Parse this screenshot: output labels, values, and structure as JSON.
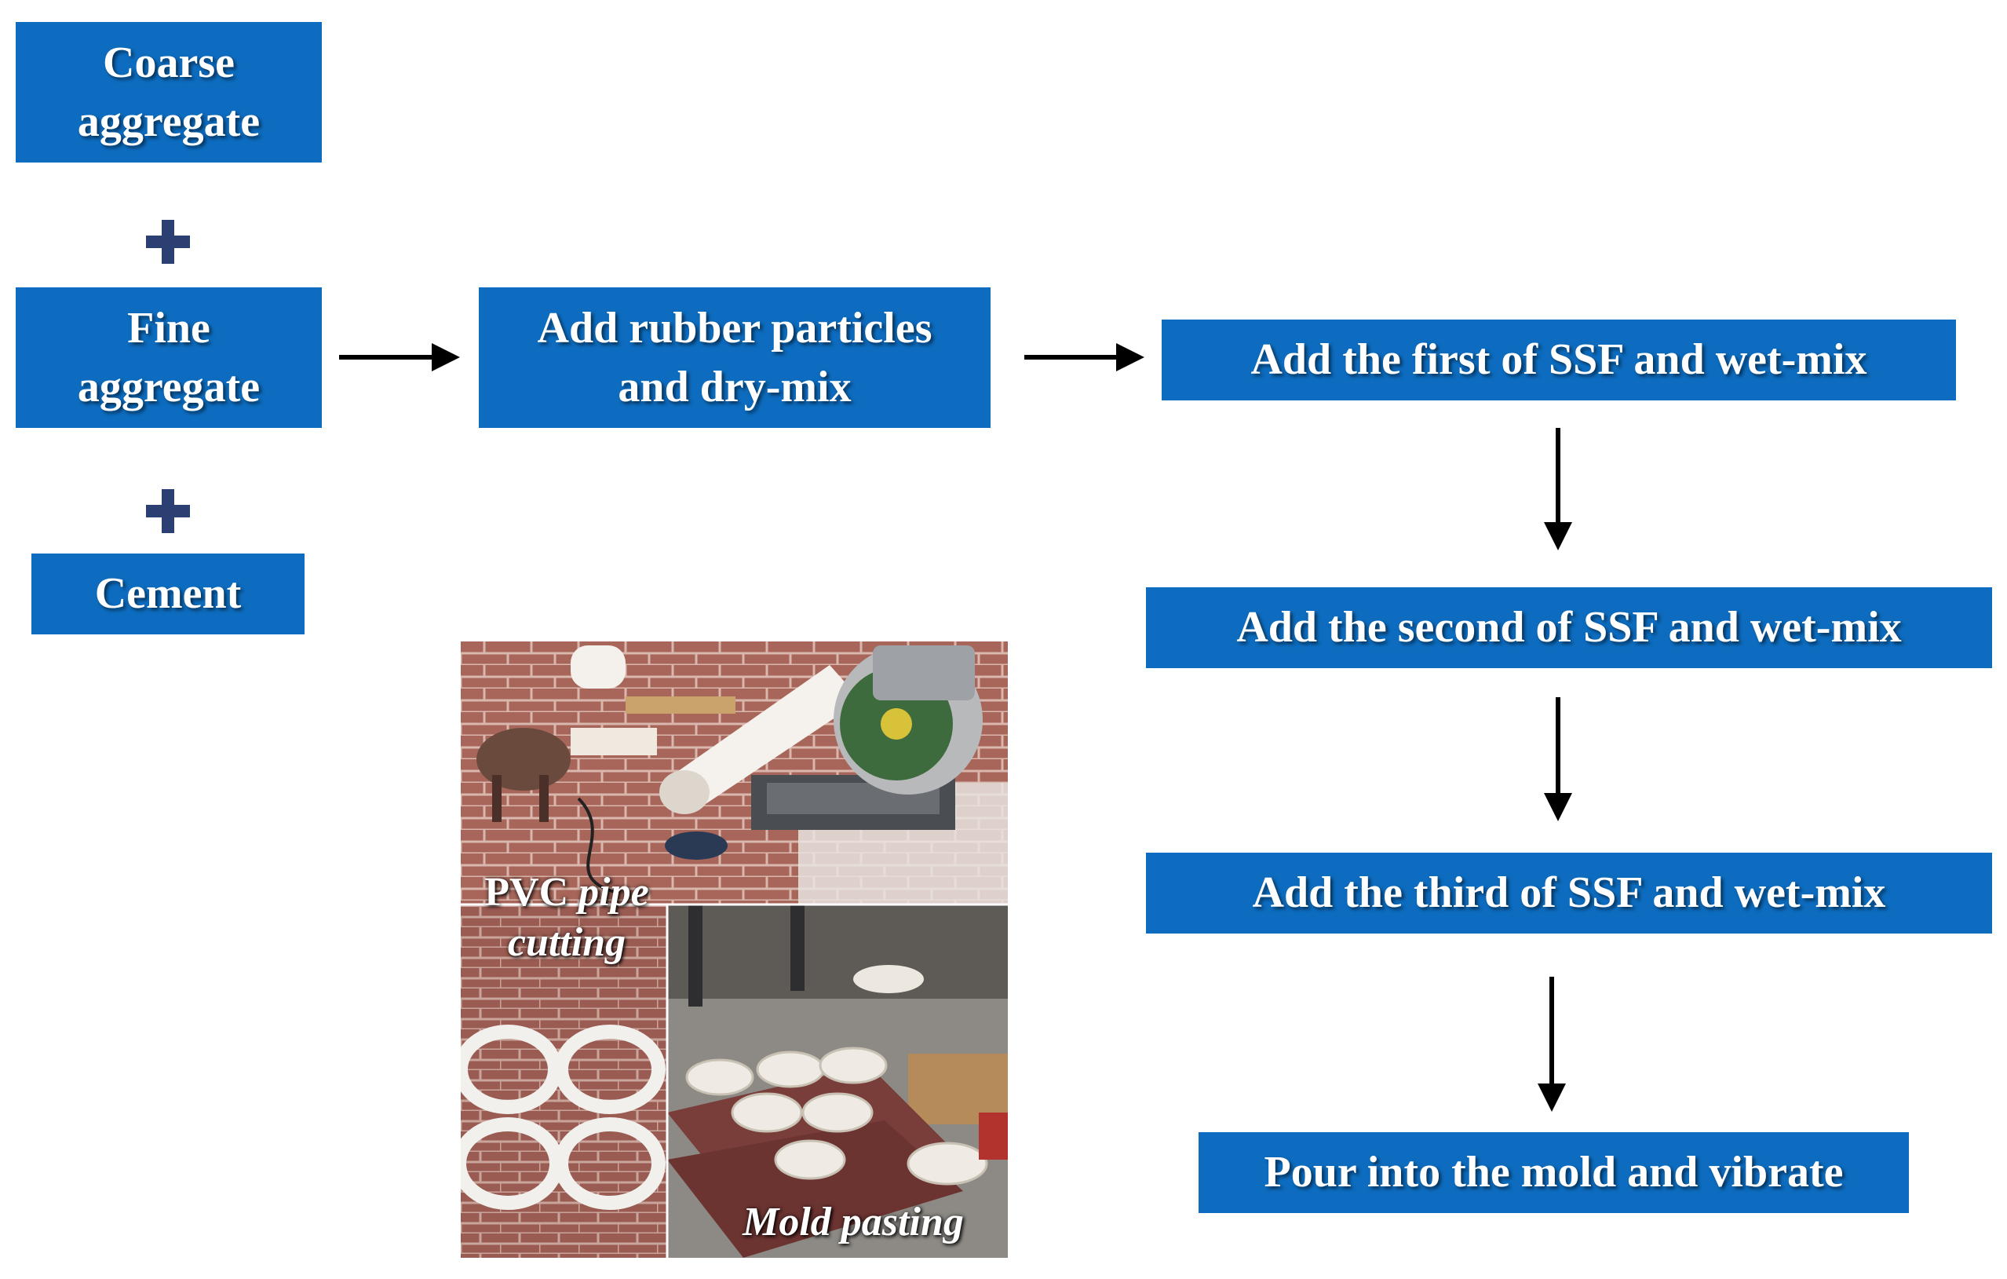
{
  "colors": {
    "box": "#0d6cbf",
    "plus": "#2c3f73",
    "arrow": "#000000"
  },
  "ingredients": {
    "coarse": [
      "Coarse",
      "aggregate"
    ],
    "fine": [
      "Fine",
      "aggregate"
    ],
    "cement": "Cement"
  },
  "steps": {
    "dry_mix": [
      "Add rubber particles",
      "and dry-mix"
    ],
    "first": "Add the first of SSF and wet-mix",
    "second": "Add the second of SSF and wet-mix",
    "third": "Add the third of SSF and wet-mix",
    "pour": "Pour into the mold and vibrate"
  },
  "photo": {
    "caption_pvc_plain": "PVC",
    "caption_pvc_italic": "pipe",
    "caption_pvc_line2": "cutting",
    "caption_mold": "Mold pasting"
  }
}
